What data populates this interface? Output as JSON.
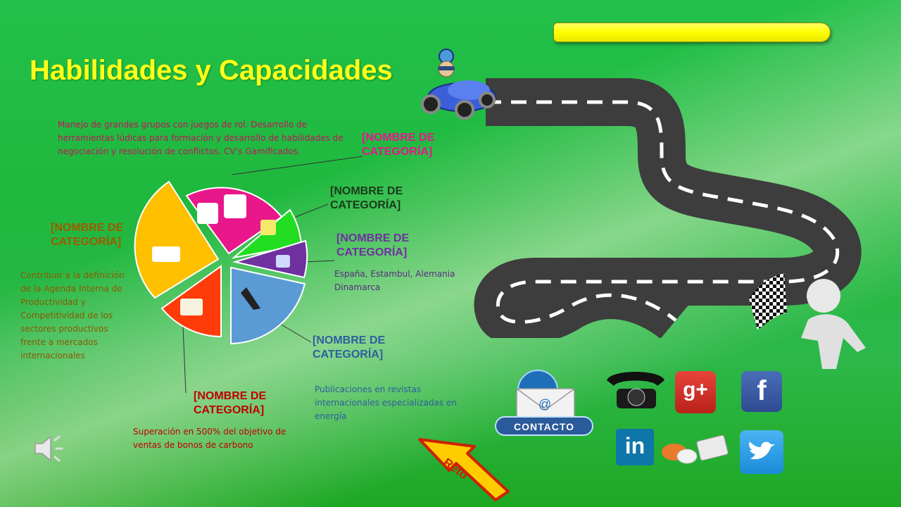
{
  "slide": {
    "title": "Habilidades y Capacidades",
    "progress_percent": 100
  },
  "categories": [
    {
      "label": "[NOMBRE DE\nCATEGORÍA]",
      "color": "#e8178a"
    },
    {
      "label": "[NOMBRE DE\nCATEGORÍA]",
      "color": "#1a3a1a"
    },
    {
      "label": "[NOMBRE DE\nCATEGORÍA]",
      "color": "#7030a0"
    },
    {
      "label": "[NOMBRE DE\nCATEGORÍA]",
      "color": "#2e5fa0"
    },
    {
      "label": "[NOMBRE DE\nCATEGORÍA]",
      "color": "#c00000"
    },
    {
      "label": "[NOMBRE DE\nCATEGORÍA]",
      "color": "#a05a00"
    }
  ],
  "descriptions": {
    "pink": "Manejo de grandes grupos con juegos de rol. Desarrollo de herramientas lúdicas para formación y desarrollo de habilidades de negociación y resolución de conflictos. CV’s Gamificados.",
    "purple": "España, Estambul, Alemania Dinamarca",
    "blue": "Publicaciones en revistas internacionales especializadas en energía",
    "red": "Superación en 500% del objetivo de ventas de bonos de carbono",
    "orange": "Contribuir a la definición de la Agenda Interna de Productividad y Competitividad de los sectores productivos frente a mercados internacionales"
  },
  "buttons": {
    "contacto": "Contacto",
    "reto": "Reto",
    "googleplus": "g+",
    "facebook": "f",
    "linkedin": "in"
  },
  "icons": [
    "speaker-icon",
    "car-icon",
    "road-icon",
    "checkered-flag-icon",
    "telephone-icon",
    "google-plus-icon",
    "facebook-icon",
    "linkedin-icon",
    "chat-mail-icon",
    "twitter-icon",
    "email-icon"
  ],
  "colors": {
    "title": "#ffff1a",
    "pie_pink": "#e8178a",
    "pie_green": "#22dd22",
    "pie_purple": "#7030a0",
    "pie_blue": "#5b9bd5",
    "pie_red": "#ff3b0a",
    "pie_orange": "#ffc000",
    "road": "#404040"
  }
}
